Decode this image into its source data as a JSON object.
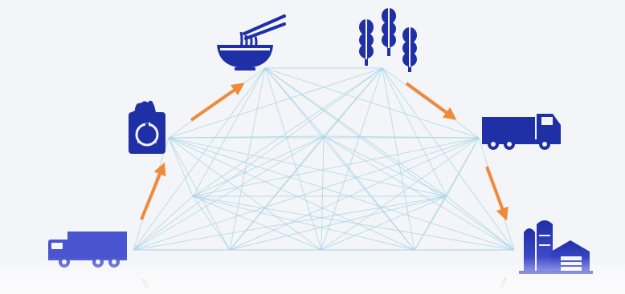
{
  "diagram": {
    "colors": {
      "background": "#f4f5f8",
      "network_line": "#a9d4e6",
      "icon_fill": "#1f2fa6",
      "icon_fill_light": "#3a45c4",
      "arrow": "#f08a3b"
    },
    "nodes": [
      {
        "id": "start-truck",
        "icon": "truck-icon"
      },
      {
        "id": "grocery-bag",
        "icon": "grocery-bag-recycle-icon"
      },
      {
        "id": "noodle-bowl",
        "icon": "noodle-bowl-icon"
      },
      {
        "id": "wheat",
        "icon": "wheat-icon"
      },
      {
        "id": "delivery-truck",
        "icon": "truck-icon"
      },
      {
        "id": "warehouse",
        "icon": "warehouse-icon"
      }
    ],
    "flow": [
      {
        "from": "start-truck",
        "to": "grocery-bag"
      },
      {
        "from": "grocery-bag",
        "to": "noodle-bowl"
      },
      {
        "from": "wheat",
        "to": "delivery-truck"
      },
      {
        "from": "delivery-truck",
        "to": "warehouse"
      }
    ]
  }
}
